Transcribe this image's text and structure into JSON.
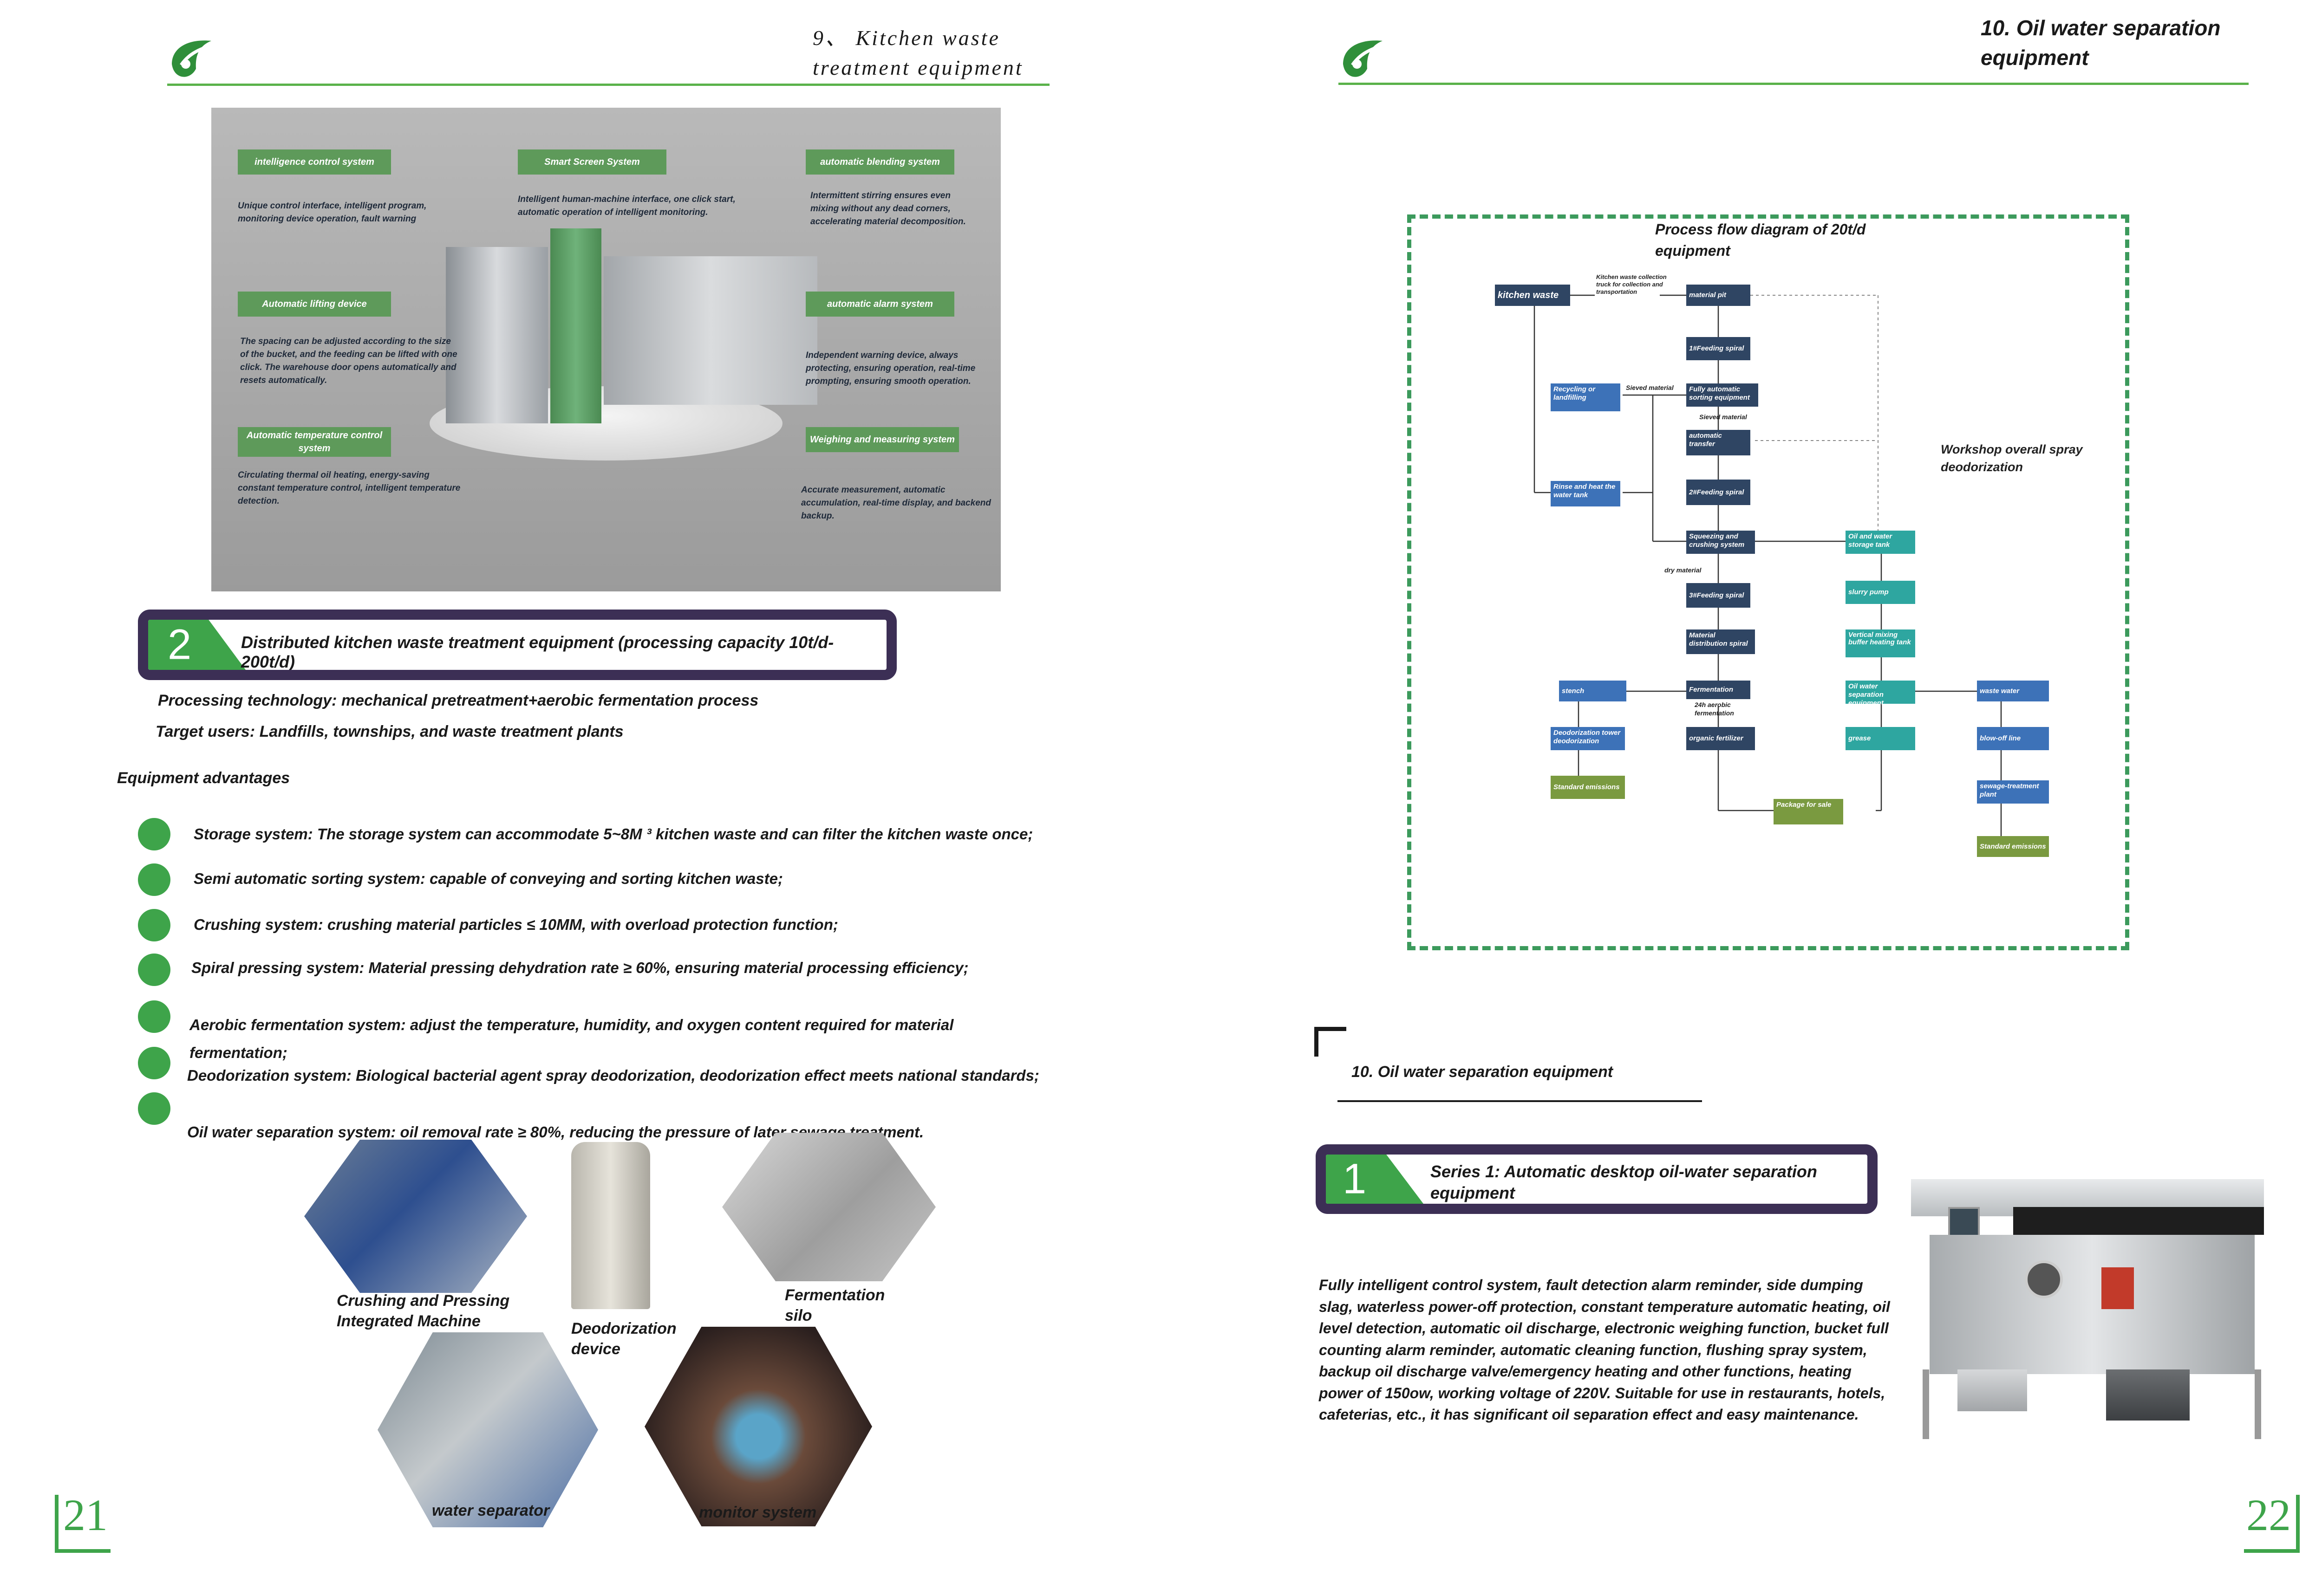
{
  "left_page": {
    "header_title_line1": "9、 Kitchen waste",
    "header_title_line2": "treatment equipment",
    "photo_tags": {
      "intelligence": "intelligence control system",
      "smart_screen": "Smart Screen System",
      "blending": "automatic blending system",
      "lifting": "Automatic lifting device",
      "alarm": "automatic alarm system",
      "temperature": "Automatic temperature control system",
      "weighing": "Weighing and measuring system"
    },
    "photo_texts": {
      "intelligence": "Unique control interface, intelligent program, monitoring device operation, fault warning",
      "smart_screen": "Intelligent human-machine interface, one click start, automatic operation of intelligent monitoring.",
      "blending": "Intermittent stirring ensures even mixing without any dead corners, accelerating material decomposition.",
      "lifting": "The spacing can be adjusted according to the size of the bucket, and the feeding can be lifted with one click. The warehouse door opens automatically and resets automatically.",
      "alarm": "Independent warning device, always protecting, ensuring operation, real-time prompting, ensuring smooth operation.",
      "temperature": "Circulating thermal oil heating, energy-saving constant temperature control, intelligent temperature detection.",
      "weighing": "Accurate measurement, automatic accumulation, real-time display, and backend backup."
    },
    "banner_number": "2",
    "banner_text": "Distributed kitchen waste treatment equipment (processing capacity 10t/d-200t/d)",
    "processing_technology": "Processing technology: mechanical pretreatment+aerobic fermentation process",
    "target_users": "Target users: Landfills, townships, and waste treatment plants",
    "advantages_title": "Equipment advantages",
    "advantages": [
      "Storage system: The storage system can accommodate 5~8M ³ kitchen waste and can filter the kitchen waste once;",
      "Semi automatic sorting system: capable of conveying and sorting kitchen waste;",
      "Crushing system: crushing material particles ≤ 10MM, with overload protection function;",
      "Spiral pressing system: Material pressing dehydration rate ≥ 60%, ensuring material processing efficiency;",
      "Aerobic fermentation system: adjust the temperature, humidity, and oxygen content required for material fermentation;",
      "Deodorization system: Biological bacterial agent spray deodorization, deodorization effect meets national standards;",
      "Oil water separation system: oil removal rate ≥ 80%, reducing the pressure of later sewage treatment."
    ],
    "captions": {
      "crushing_line1": "Crushing and Pressing",
      "crushing_line2": "Integrated Machine",
      "deodorization_line1": "Deodorization",
      "deodorization_line2": "device",
      "fermentation_line1": "Fermentation",
      "fermentation_line2": "silo",
      "water_separator": "water separator",
      "monitor": "monitor system"
    },
    "page_number": "21"
  },
  "right_page": {
    "header_title_line1": "10. Oil water separation",
    "header_title_line2": "equipment",
    "flow_title_line1": "Process flow diagram of 20t/d",
    "flow_title_line2": "equipment",
    "flow": {
      "kitchen_waste": "kitchen waste",
      "collection_truck": "Kitchen waste collection truck for collection and transportation",
      "material_pit": "material pit",
      "feeding1": "1#Feeding spiral",
      "recycling": "Recycling or landfilling",
      "sieved_material1": "Sieved material",
      "sorting": "Fully automatic sorting equipment",
      "sieved_material2": "Sieved material",
      "auto_transfer": "automatic transfer",
      "rinse": "Rinse and heat the water tank",
      "feeding2": "2#Feeding spiral",
      "squeezing": "Squeezing and crushing system",
      "oil_tank": "Oil and water storage tank",
      "dry_material": "dry material",
      "feeding3": "3#Feeding spiral",
      "slurry_pump": "slurry pump",
      "distribution": "Material distribution spiral",
      "vertical_mixing": "Vertical mixing buffer heating tank",
      "stench": "stench",
      "fermentation": "Fermentation",
      "aerobic": "24h aerobic fermentation",
      "oil_separation": "Oil water separation equipment",
      "waste_water": "waste water",
      "deodorization": "Deodorization tower deodorization",
      "organic_fertilizer": "organic fertilizer",
      "grease": "grease",
      "blow_off": "blow-off line",
      "standard_emissions1": "Standard emissions",
      "package": "Package for sale",
      "sewage_plant": "sewage-treatment plant",
      "standard_emissions2": "Standard emissions",
      "workshop_spray": "Workshop overall spray deodorization"
    },
    "section_label": "10. Oil water separation equipment",
    "banner_number": "1",
    "banner_line1": "Series 1: Automatic desktop oil-water separation",
    "banner_line2": "equipment",
    "description": "Fully intelligent control system, fault detection alarm reminder, side dumping slag, waterless power-off protection, constant temperature automatic heating, oil level detection, automatic oil discharge, electronic weighing function, bucket full counting alarm reminder, automatic cleaning function, flushing spray system, backup oil discharge valve/emergency heating and other functions, heating power of 150ow, working voltage of 220V. Suitable for use in restaurants, hotels, cafeterias, etc., it has significant oil separation effect and easy maintenance.",
    "page_number": "22"
  },
  "colors": {
    "accent_green": "#3ea44a",
    "banner_frame": "#3c2f55",
    "flow_dark": "#2f4563",
    "flow_blue": "#3d72b8",
    "flow_teal": "#2ea6a0",
    "flow_olive": "#7a9a40"
  }
}
